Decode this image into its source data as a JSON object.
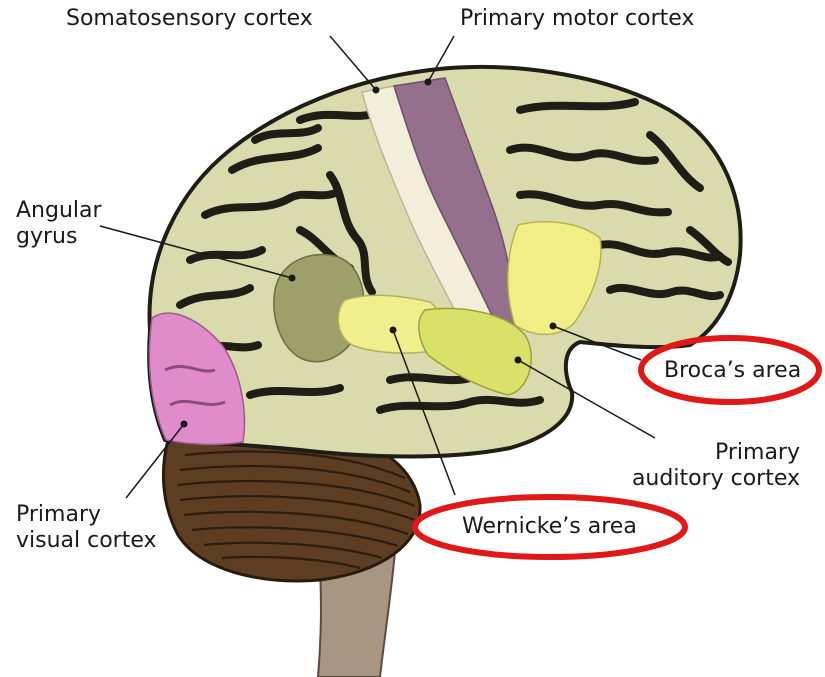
{
  "labels": {
    "somatosensory": "Somatosensory cortex",
    "motor": "Primary motor cortex",
    "angular": [
      "Angular",
      "gyrus"
    ],
    "broca": "Broca’s area",
    "auditory": [
      "Primary",
      "auditory cortex"
    ],
    "wernicke": "Wernicke’s area",
    "visual": [
      "Primary",
      "visual cortex"
    ]
  },
  "colors": {
    "brain": "#d9dbac",
    "sulcus": "#1e1e16",
    "somatosensory": "#f1efd9",
    "motor": "#94708c",
    "angular": "#9ea06a",
    "wernicke": "#efef8e",
    "auditory": "#d8e268",
    "broca": "#f1ee86",
    "visual": "#e08ccb",
    "cerebellum": "#5e3e22",
    "brainstem": "#a89683",
    "highlight": "#e01818"
  }
}
